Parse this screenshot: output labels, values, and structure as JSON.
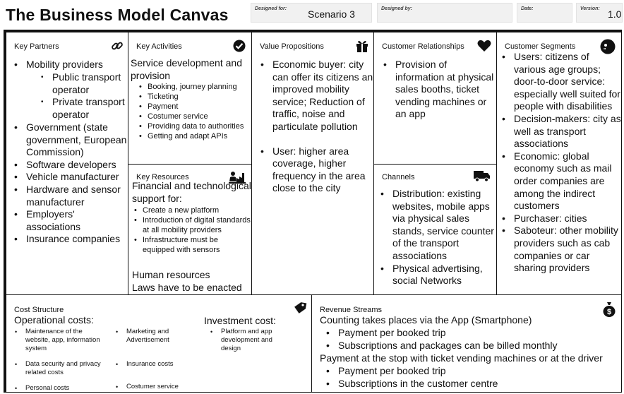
{
  "title": "The Business Model Canvas",
  "meta": {
    "designed_for_label": "Designed for:",
    "designed_for_value": "Scenario 3",
    "designed_by_label": "Designed by:",
    "date_label": "Date:",
    "version_label": "Version:",
    "version_value": "1.0"
  },
  "key_partners": {
    "title": "Key Partners",
    "icon": "link-icon",
    "items": [
      "Mobility providers",
      "Government (state government, European Commission)",
      "Software developers",
      "Vehicle manufacturer",
      "Hardware and sensor manufacturer",
      "Employers' associations",
      "Insurance companies"
    ],
    "sub_items": [
      "Public transport operator",
      "Private transport operator"
    ]
  },
  "key_activities": {
    "title": "Key Activities",
    "icon": "checkmark-icon",
    "intro": "Service development and provision",
    "items": [
      "Booking, journey planning",
      "Ticketing",
      "Payment",
      "Costumer service",
      "Providing data to authorities",
      "Getting and adapt APIs"
    ]
  },
  "key_resources": {
    "title": "Key Resources",
    "icon": "worker-factory-icon",
    "intro": "Financial and technological support for:",
    "items": [
      "Create a new platform",
      "Introduction of digital standards at all mobility providers",
      "Infrastructure must be equipped with sensors"
    ],
    "outro": [
      "Human resources",
      "Laws have to be enacted"
    ]
  },
  "value_propositions": {
    "title": "Value Propositions",
    "icon": "gift-icon",
    "items": [
      "Economic buyer: city can offer its citizens an improved mobility service; Reduction of traffic, noise and particulate pollution",
      "User: higher area coverage, higher frequency in the area close to the city"
    ]
  },
  "customer_relationships": {
    "title": "Customer Relationships",
    "icon": "heart-icon",
    "items": [
      "Provision of information at physical sales booths, ticket vending machines or an app"
    ]
  },
  "channels": {
    "title": "Channels",
    "icon": "truck-icon",
    "items": [
      "Distribution: existing websites, mobile apps via physical sales stands, service counter of the transport associations",
      "Physical advertising, social Networks"
    ]
  },
  "customer_segments": {
    "title": "Customer Segments",
    "icon": "user-head-icon",
    "items": [
      "Users: citizens of various age groups; door-to-door service: especially well suited for people with disabilities",
      "Decision-makers: city as well as transport associations",
      "Economic: global economy such as mail order companies are among the indirect customers",
      "Purchaser: cities",
      "Saboteur: other mobility providers such as cab companies or car sharing providers"
    ]
  },
  "cost_structure": {
    "title": "Cost Structure",
    "icon": "price-tag-icon",
    "operational_label": "Operational costs:",
    "operational_col1": [
      "Maintenance of the website, app, information system",
      "Data security and privacy related costs",
      "Personal costs"
    ],
    "operational_col2": [
      "Marketing and Advertisement",
      "Insurance costs",
      "Costumer service"
    ],
    "investment_label": "Investment cost:",
    "investment_items": [
      "Platform and app development and design"
    ]
  },
  "revenue_streams": {
    "title": "Revenue Streams",
    "icon": "money-bag-icon",
    "line1": "Counting takes places via the App (Smartphone)",
    "group1": [
      "Payment per booked trip",
      "Subscriptions and packages can be billed monthly"
    ],
    "line2": "Payment at the stop with ticket vending machines or at the driver",
    "group2": [
      "Payment per booked trip",
      "Subscriptions in the customer centre"
    ]
  }
}
